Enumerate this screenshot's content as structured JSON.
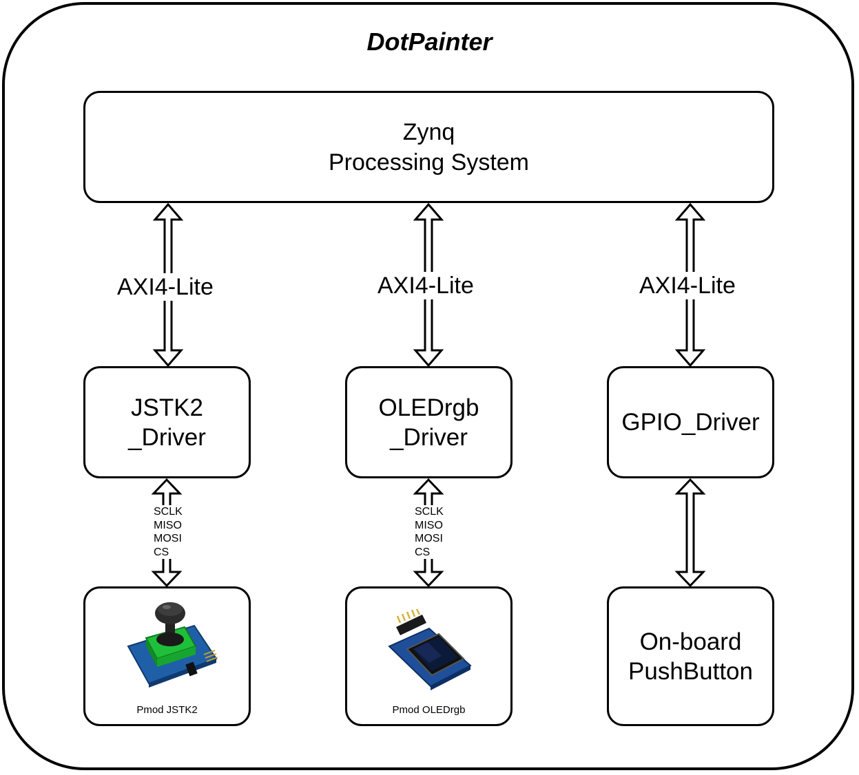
{
  "diagram": {
    "title": "DotPainter",
    "processing_system": {
      "line1": "Zynq",
      "line2": "Processing System"
    },
    "bus_label": "AXI4-Lite",
    "drivers": [
      {
        "line1": "JSTK2",
        "line2": "_Driver"
      },
      {
        "line1": "OLEDrgb",
        "line2": "_Driver"
      },
      {
        "line1": "GPIO_Driver"
      }
    ],
    "spi_signals": [
      "SCLK",
      "MISO",
      "MOSI",
      "CS"
    ],
    "peripherals": [
      {
        "caption": "Pmod JSTK2",
        "image": "joystick-module-image"
      },
      {
        "caption": "Pmod OLEDrgb",
        "image": "oled-display-module-image"
      },
      {
        "line1": "On-board",
        "line2": "PushButton"
      }
    ]
  }
}
